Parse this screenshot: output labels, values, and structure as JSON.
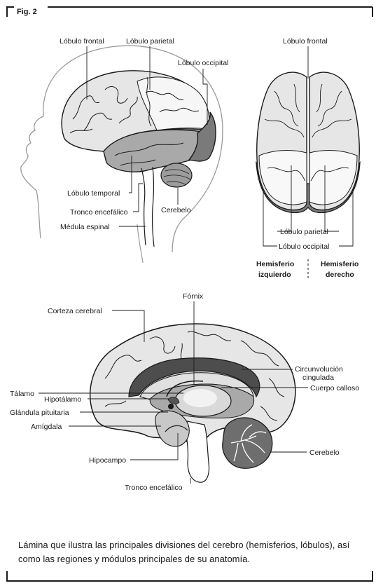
{
  "figure_label": "Fig. 2",
  "top_left_diagram": {
    "labels": {
      "frontal": "Lóbulo frontal",
      "parietal": "Lóbulo parietal",
      "occipital": "Lóbulo occipital",
      "cerebelo": "Cerebelo",
      "temporal": "Lóbulo temporal",
      "tronco": "Tronco encefálico",
      "medula": "Médula espinal"
    }
  },
  "top_right_diagram": {
    "labels": {
      "frontal": "Lóbulo frontal",
      "parietal": "Lóbulo parietal",
      "occipital": "Lóbulo occipital"
    },
    "hemispheres": {
      "left_line1": "Hemisferio",
      "left_line2": "izquierdo",
      "right_line1": "Hemisferio",
      "right_line2": "derecho"
    }
  },
  "bottom_diagram": {
    "labels": {
      "fornix": "Fórnix",
      "corteza": "Corteza cerebral",
      "circunvolucion_1": "Circunvolución",
      "circunvolucion_2": "cingulada",
      "cuerpo_calloso": "Cuerpo calloso",
      "talamo": "Tálamo",
      "hipotalamo": "Hipotálamo",
      "pituitaria": "Glándula pituitaria",
      "amigdala": "Amígdala",
      "hipocampo": "Hipocampo",
      "cerebelo": "Cerebelo",
      "tronco": "Tronco encefálico"
    }
  },
  "caption": "Lámina que ilustra las principales divisiones del cerebro (hemisferios, lóbulos), así como las regiones y módulos principales de su anatomía.",
  "colors": {
    "lobe_light": "#e6e6e6",
    "lobe_mid": "#a9a9a9",
    "lobe_dark": "#7a7a7a",
    "ink": "#1a1a1a"
  }
}
